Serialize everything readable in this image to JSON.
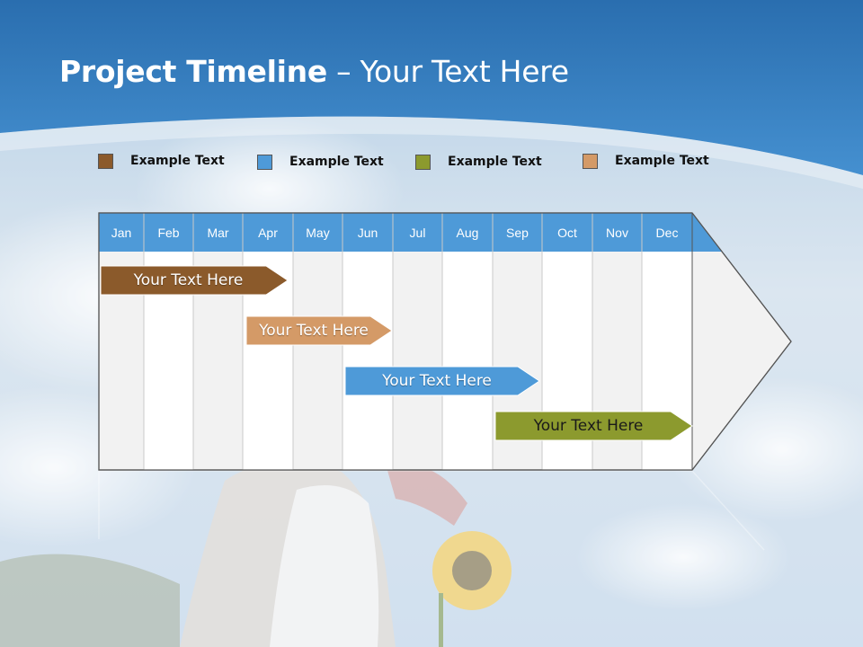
{
  "title": {
    "bold": "Project Timeline",
    "rest": " – Your Text Here"
  },
  "legend": [
    {
      "label": "Example Text",
      "color": "#8B5A2B"
    },
    {
      "label": "Example Text",
      "color": "#4E9AD8"
    },
    {
      "label": "Example Text",
      "color": "#8C9A2E"
    },
    {
      "label": "Example Text",
      "color": "#D49A67"
    }
  ],
  "timeline": {
    "months": [
      "Jan",
      "Feb",
      "Mar",
      "Apr",
      "May",
      "Jun",
      "Jul",
      "Aug",
      "Sep",
      "Oct",
      "Nov",
      "Dec"
    ],
    "header_color": "#4E9AD8",
    "tasks": [
      {
        "label": "Your  Text Here",
        "color": "#8B5A2B"
      },
      {
        "label": "Your  Text Here",
        "color": "#D49A67"
      },
      {
        "label": "Your  Text Here",
        "color": "#4E9AD8"
      },
      {
        "label": "Your  Text Here",
        "color": "#8C9A2E"
      }
    ]
  }
}
